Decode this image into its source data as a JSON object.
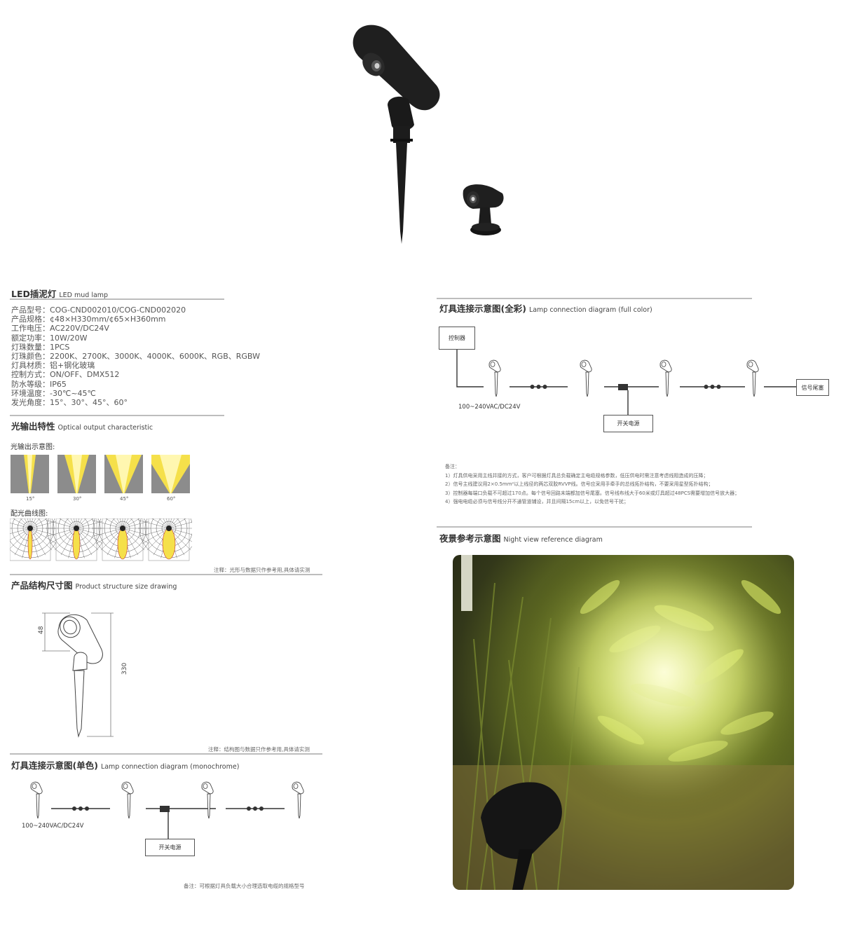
{
  "product": {
    "title_cn": "LED插泥灯",
    "title_en": "LED mud lamp",
    "specs": [
      {
        "label": "产品型号：",
        "value": "COG-CND002010/COG-CND002020"
      },
      {
        "label": "产品规格：",
        "value": "¢48×H330mm/¢65×H360mm"
      },
      {
        "label": "工作电压：",
        "value": "AC220V/DC24V"
      },
      {
        "label": "额定功率：",
        "value": "10W/20W"
      },
      {
        "label": "灯珠数量：",
        "value": "1PCS"
      },
      {
        "label": "灯珠颜色：",
        "value": "2200K、2700K、3000K、4000K、6000K、RGB、RGBW"
      },
      {
        "label": "灯具材质：",
        "value": "铝+钢化玻璃"
      },
      {
        "label": "控制方式：",
        "value": "ON/OFF、DMX512"
      },
      {
        "label": "防水等级：",
        "value": "IP65"
      },
      {
        "label": "环境温度：",
        "value": "-30℃~45℃"
      },
      {
        "label": "发光角度：",
        "value": "15°、30°、45°、60°"
      }
    ]
  },
  "optical": {
    "title_cn": "光输出特性",
    "title_en": "Optical output characteristic",
    "output_label": "光输出示意图:",
    "angles": [
      "15°",
      "30°",
      "45°",
      "60°"
    ],
    "curve_label": "配光曲线图:",
    "note": "注释：光形与数据只作参考用,具体请实测"
  },
  "structure": {
    "title_cn": "产品结构尺寸图",
    "title_en": "Product structure size drawing",
    "dim_head": "48",
    "dim_total": "330",
    "note": "注释：结构图与数据只作参考用,具体请实测"
  },
  "mono": {
    "title_cn": "灯具连接示意图(单色)",
    "title_en": "Lamp connection diagram (monochrome)",
    "voltage": "100~240VAC/DC24V",
    "power_box": "开关电源",
    "note": "备注：可根据灯具负载大小合理选取电缆的规格型号"
  },
  "color": {
    "title_cn": "灯具连接示意图(全彩)",
    "title_en": "Lamp connection diagram (full color)",
    "controller": "控制器",
    "voltage": "100~240VAC/DC24V",
    "power_box": "开关电源",
    "end_box": "信号尾塞",
    "notes_title": "备注：",
    "notes": [
      "1）灯具供电采用主线并接的方式，客户可根据灯具总负载确定主电缆规格参数，低压供电时需注意考虑线阻造成的压降；",
      "2）信号主线建议用2×0.5mm²以上线径的两芯双胶RVVP线。信号应采用手牵手的总线拓扑结构，不要采用星型拓扑结构；",
      "3）控制器每端口负载不可超过170点。每个信号回路末端都加信号尾塞。信号线布线大于60米或灯具超过48PCS需要增加信号放大器；",
      "4）强电电缆必须与信号线分开不通管道铺设，并且间隔15cm以上，以免信号干扰；"
    ]
  },
  "night": {
    "title_cn": "夜景参考示意图",
    "title_en": "Night view reference diagram"
  },
  "colors": {
    "lamp_black": "#1c1c1c",
    "beam_yellow": "#f5e04a",
    "cone_grey": "#8c8c8c",
    "rule_grey": "#bdbdbd"
  }
}
